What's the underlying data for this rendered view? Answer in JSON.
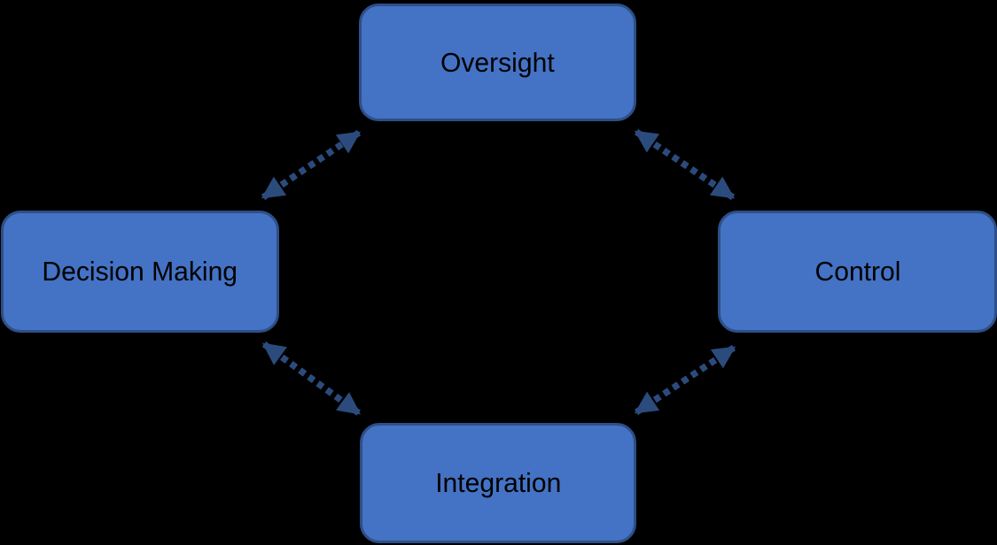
{
  "diagram": {
    "colors": {
      "background": "#000000",
      "box-fill": "#4472C4",
      "box-border": "#2E4F86",
      "arrow": "#2C4B7D",
      "text": "#000000"
    },
    "nodes": [
      {
        "id": "oversight",
        "label": "Oversight"
      },
      {
        "id": "decision-making",
        "label": "Decision Making"
      },
      {
        "id": "control",
        "label": "Control"
      },
      {
        "id": "integration",
        "label": "Integration"
      }
    ],
    "connections": [
      {
        "from": "decision-making",
        "to": "oversight",
        "type": "dotted-double-arrow"
      },
      {
        "from": "oversight",
        "to": "control",
        "type": "dotted-double-arrow"
      },
      {
        "from": "decision-making",
        "to": "integration",
        "type": "dotted-double-arrow"
      },
      {
        "from": "integration",
        "to": "control",
        "type": "dotted-double-arrow"
      }
    ]
  }
}
